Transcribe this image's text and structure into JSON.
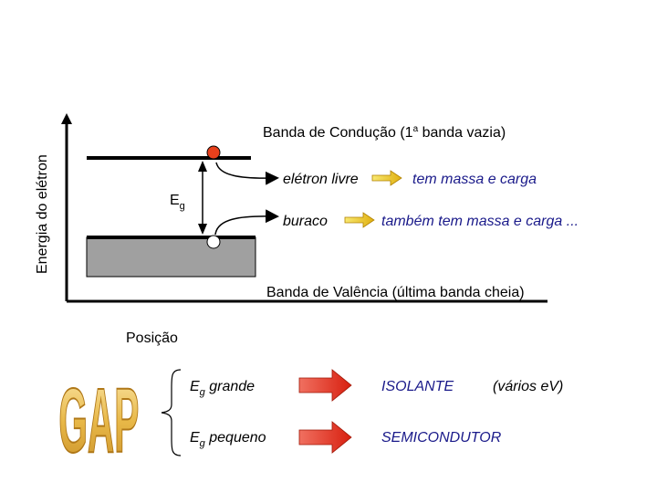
{
  "axis": {
    "ylabel": "Energia do elétron",
    "xlabel": "Posição"
  },
  "bands": {
    "conduction": {
      "label": "Banda de Condução (1",
      "ordinal": "a",
      "label_end": " banda vazia)"
    },
    "valence": {
      "label": "Banda de Valência (última banda cheia)"
    }
  },
  "gap_symbol": {
    "main": "E",
    "sub": "g"
  },
  "carriers": [
    {
      "name": "elétron livre",
      "property": "tem massa e carga",
      "dot_color": "#e8401c"
    },
    {
      "name": "buraco",
      "property": "também tem massa e carga ...",
      "dot_color": "#ffffff"
    }
  ],
  "gap_logo_text": "GAP",
  "classification": [
    {
      "sym": "E",
      "sub": "g",
      "size": " grande",
      "result": "ISOLANTE",
      "note": "(vários eV)"
    },
    {
      "sym": "E",
      "sub": "g",
      "size": " pequeno",
      "result": "SEMICONDUTOR",
      "note": ""
    }
  ],
  "colors": {
    "arrow_red": "#e83020",
    "arrow_gold": "#e8d020",
    "valence_fill": "#a0a0a0",
    "logo_gold": "#e8b848"
  }
}
